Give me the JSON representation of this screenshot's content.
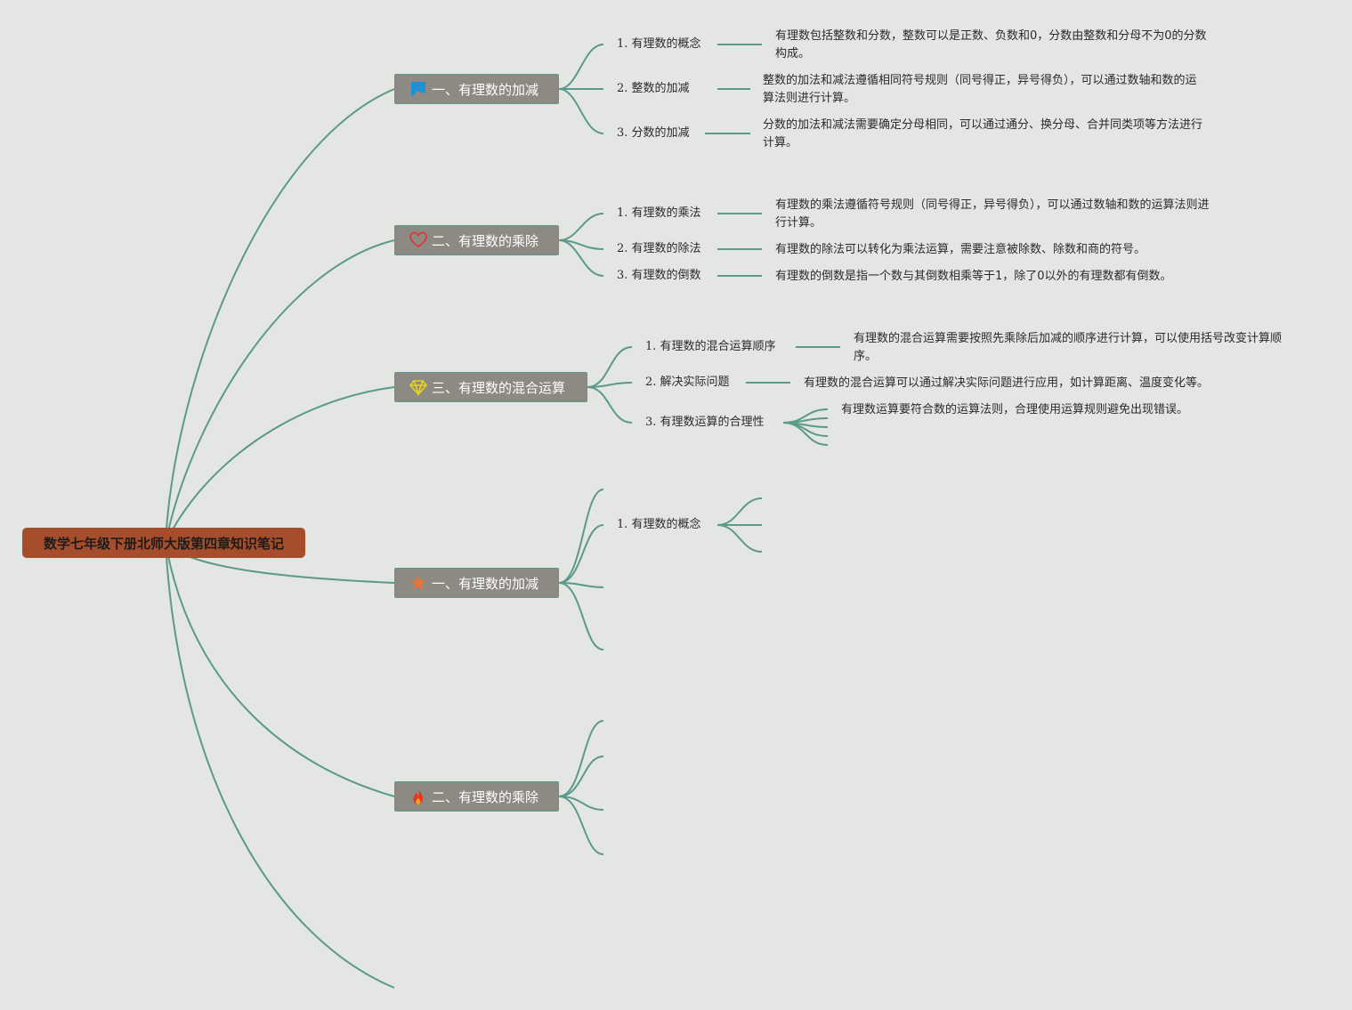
{
  "root": {
    "title": "数学七年级下册北师大版第四章知识笔记"
  },
  "branches": [
    {
      "title": "一、有理数的加减",
      "icon": "flag-icon",
      "icon_color": "#1f8fd6",
      "children": [
        {
          "num": "1.",
          "label": "有理数的概念",
          "detail": "有理数包括整数和分数，整数可以是正数、负数和0，分数由整数和分母不为0的分数构成。"
        },
        {
          "num": "2.",
          "label": "整数的加减",
          "detail": "整数的加法和减法遵循相同符号规则（同号得正，异号得负），可以通过数轴和数的运算法则进行计算。"
        },
        {
          "num": "3.",
          "label": "分数的加减",
          "detail": "分数的加法和减法需要确定分母相同，可以通过通分、换分母、合并同类项等方法进行计算。"
        }
      ]
    },
    {
      "title": "二、有理数的乘除",
      "icon": "heart-icon",
      "icon_color": "#d93a3a",
      "children": [
        {
          "num": "1.",
          "label": "有理数的乘法",
          "detail": "有理数的乘法遵循符号规则（同号得正，异号得负），可以通过数轴和数的运算法则进行计算。"
        },
        {
          "num": "2.",
          "label": "有理数的除法",
          "detail": "有理数的除法可以转化为乘法运算，需要注意被除数、除数和商的符号。"
        },
        {
          "num": "3.",
          "label": "有理数的倒数",
          "detail": "有理数的倒数是指一个数与其倒数相乘等于1，除了0以外的有理数都有倒数。"
        }
      ]
    },
    {
      "title": "三、有理数的混合运算",
      "icon": "diamond-icon",
      "icon_color": "#e8d21c",
      "children": [
        {
          "num": "1.",
          "label": "有理数的混合运算顺序",
          "detail": "有理数的混合运算需要按照先乘除后加减的顺序进行计算，可以使用括号改变计算顺序。"
        },
        {
          "num": "2.",
          "label": "解决实际问题",
          "detail": "有理数的混合运算可以通过解决实际问题进行应用，如计算距离、温度变化等。"
        },
        {
          "num": "3.",
          "label": "有理数运算的合理性",
          "detail": "有理数运算要符合数的运算法则，合理使用运算规则避免出现错误。"
        }
      ]
    },
    {
      "title": "一、有理数的加减",
      "icon": "star-icon",
      "icon_color": "#e0763a",
      "children": [
        {
          "num": "1.",
          "label": "有理数的概念",
          "detail": ""
        }
      ]
    },
    {
      "title": "二、有理数的乘除",
      "icon": "fire-icon",
      "icon_color": "#e8361c",
      "children": []
    }
  ]
}
